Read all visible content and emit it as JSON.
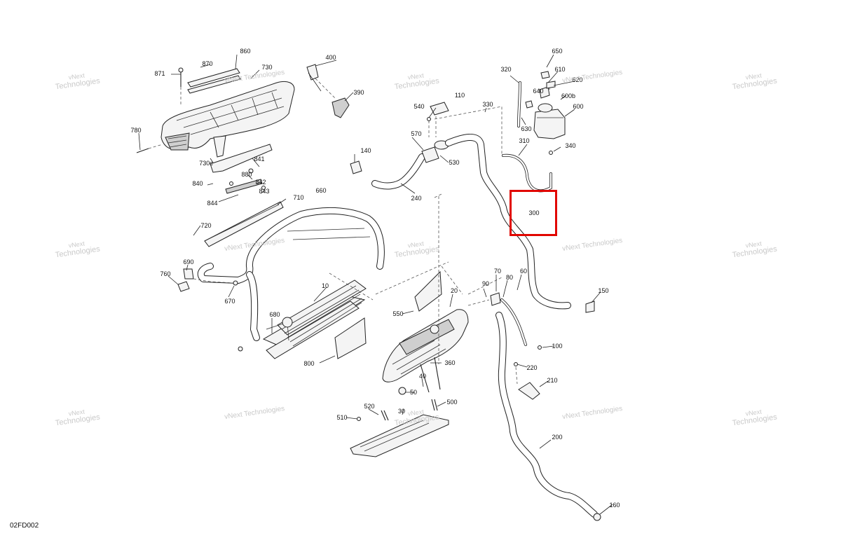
{
  "drawing_code": "02FD002",
  "callouts": [
    "860",
    "870",
    "871",
    "730",
    "780",
    "730c",
    "841",
    "880",
    "842",
    "843",
    "840",
    "844",
    "400",
    "390",
    "110",
    "540",
    "330",
    "570",
    "530",
    "140",
    "240",
    "320",
    "650",
    "610",
    "620",
    "640",
    "600b",
    "600",
    "630",
    "310",
    "340",
    "300",
    "660",
    "710",
    "720",
    "690",
    "760",
    "670",
    "680",
    "10",
    "800",
    "550",
    "20",
    "40",
    "50",
    "30",
    "520",
    "510",
    "500",
    "360",
    "90",
    "70",
    "80",
    "60",
    "150",
    "100",
    "220",
    "210",
    "200",
    "160"
  ],
  "watermark": {
    "line1": "vNext",
    "line2": "Technologies",
    "inline_text": "vNext Technologies"
  },
  "highlight": {
    "target_callout": "300",
    "color": "#e10600"
  }
}
